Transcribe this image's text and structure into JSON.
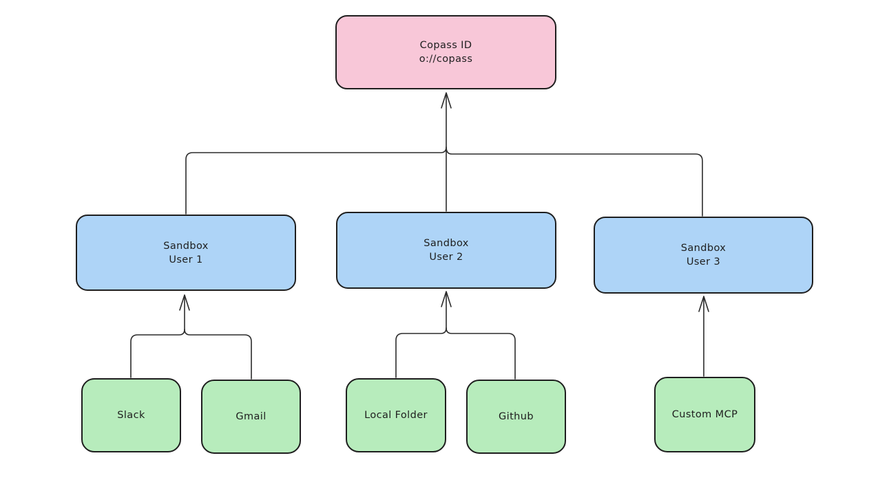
{
  "diagram_title": "",
  "colors": {
    "background": "#ffffff",
    "stroke": "#1e1e1e",
    "node_pink": "#f8c7d8",
    "node_blue": "#aed4f7",
    "node_green": "#b7ecbc"
  },
  "nodes": {
    "copass": {
      "line1": "Copass ID",
      "line2": "o://copass",
      "fill": "#f8c7d8"
    },
    "sandbox1": {
      "line1": "Sandbox",
      "line2": "User 1",
      "fill": "#aed4f7"
    },
    "sandbox2": {
      "line1": "Sandbox",
      "line2": "User 2",
      "fill": "#aed4f7"
    },
    "sandbox3": {
      "line1": "Sandbox",
      "line2": "User 3",
      "fill": "#aed4f7"
    },
    "slack": {
      "line1": "Slack",
      "fill": "#b7ecbc"
    },
    "gmail": {
      "line1": "Gmail",
      "fill": "#b7ecbc"
    },
    "local_folder": {
      "line1": "Local Folder",
      "fill": "#b7ecbc"
    },
    "github": {
      "line1": "Github",
      "fill": "#b7ecbc"
    },
    "custom_mcp": {
      "line1": "Custom MCP",
      "fill": "#b7ecbc"
    }
  },
  "edges": [
    {
      "from": "Sandbox User 1",
      "to": "Copass ID"
    },
    {
      "from": "Sandbox User 2",
      "to": "Copass ID"
    },
    {
      "from": "Sandbox User 3",
      "to": "Copass ID"
    },
    {
      "from": "Slack",
      "to": "Sandbox User 1"
    },
    {
      "from": "Gmail",
      "to": "Sandbox User 1"
    },
    {
      "from": "Local Folder",
      "to": "Sandbox User 2"
    },
    {
      "from": "Github",
      "to": "Sandbox User 2"
    },
    {
      "from": "Custom MCP",
      "to": "Sandbox User 3"
    }
  ]
}
